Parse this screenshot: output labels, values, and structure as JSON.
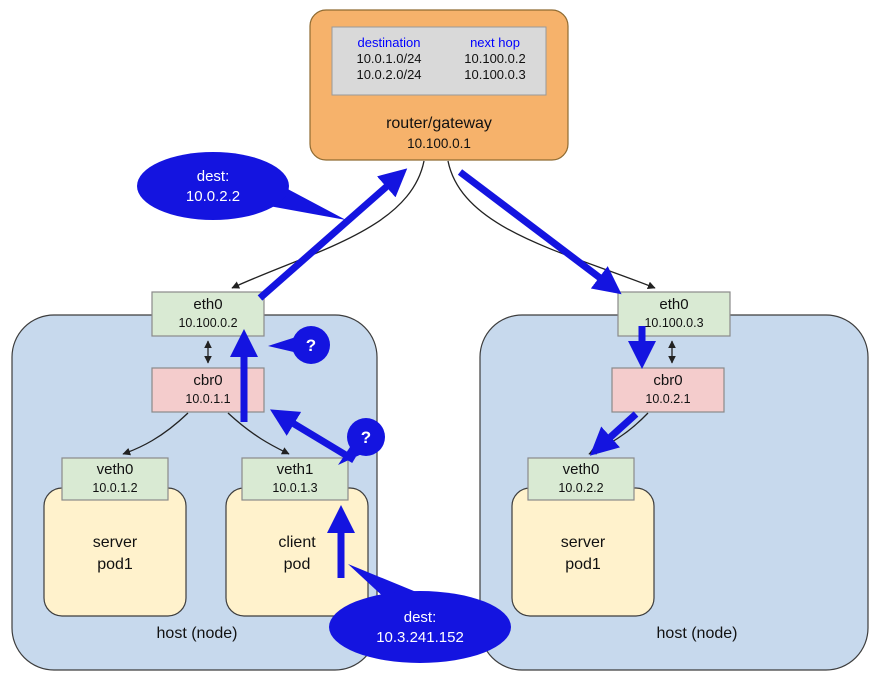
{
  "router": {
    "title": "router/gateway",
    "ip": "10.100.0.1",
    "table": {
      "headers": [
        "destination",
        "next hop"
      ],
      "rows": [
        [
          "10.0.1.0/24",
          "10.100.0.2"
        ],
        [
          "10.0.2.0/24",
          "10.100.0.3"
        ]
      ]
    }
  },
  "hosts": {
    "left": {
      "label": "host (node)",
      "eth0": {
        "name": "eth0",
        "ip": "10.100.0.2"
      },
      "cbr0": {
        "name": "cbr0",
        "ip": "10.0.1.1"
      },
      "veth0": {
        "name": "veth0",
        "ip": "10.0.1.2"
      },
      "veth1": {
        "name": "veth1",
        "ip": "10.0.1.3"
      },
      "pods": {
        "server": {
          "line1": "server",
          "line2": "pod1"
        },
        "client": {
          "line1": "client",
          "line2": "pod"
        }
      }
    },
    "right": {
      "label": "host (node)",
      "eth0": {
        "name": "eth0",
        "ip": "10.100.0.3"
      },
      "cbr0": {
        "name": "cbr0",
        "ip": "10.0.2.1"
      },
      "veth0": {
        "name": "veth0",
        "ip": "10.0.2.2"
      },
      "pods": {
        "server": {
          "line1": "server",
          "line2": "pod1"
        }
      }
    }
  },
  "callouts": {
    "dest_to_router": {
      "line1": "dest:",
      "line2": "10.0.2.2"
    },
    "dest_service": {
      "line1": "dest:",
      "line2": "10.3.241.152"
    },
    "question_eth0": "?",
    "question_veth1": "?"
  },
  "colors": {
    "arrow_blue": "#1414e0",
    "router_orange": "#f6b26b",
    "host_blue": "#c7d9ed",
    "interface_green": "#d9ead3",
    "bridge_pink": "#f4cccc",
    "pod_cream": "#fff2cc",
    "table_gray": "#d9d9d9",
    "table_header_blue": "#0000ff"
  }
}
